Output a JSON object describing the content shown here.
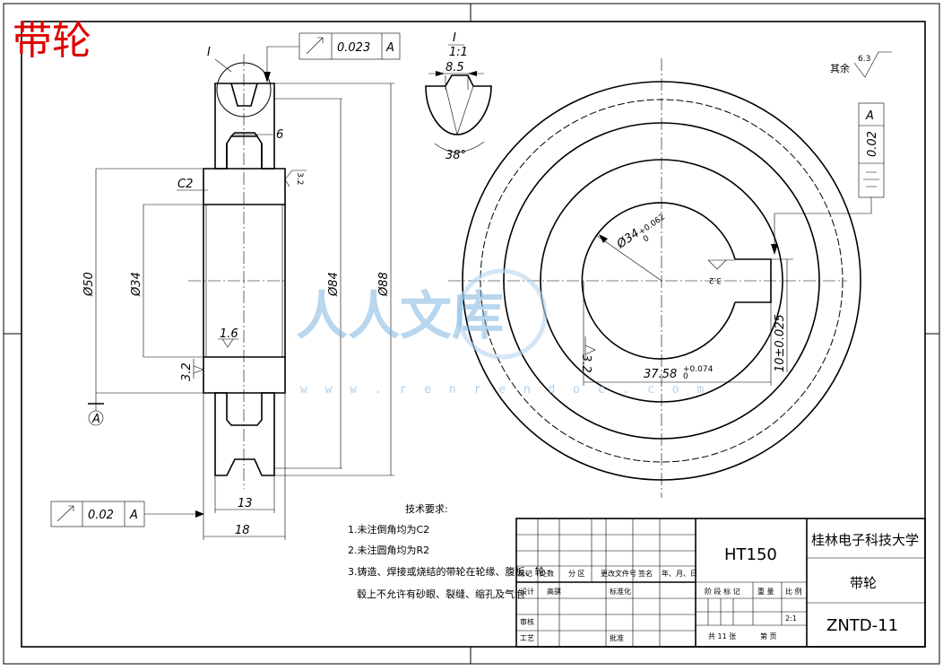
{
  "drawing": {
    "title_overlay": "带轮",
    "main_view": {
      "detail_label": "I",
      "dimensions": {
        "d50": "Ø50",
        "d34": "Ø34",
        "d84": "Ø84",
        "d88": "Ø88",
        "w13": "13",
        "w18": "18",
        "groove6": "6",
        "chamfer": "C2",
        "rough_16": "1.6",
        "rough_32_left": "3.2",
        "rough_32_top": "3.2"
      },
      "tol_top": {
        "value": "0.023",
        "datum": "A"
      },
      "tol_bottom": {
        "value": "0.02",
        "datum": "A"
      },
      "datum_label": "A"
    },
    "detail_view": {
      "label": "I",
      "scale": "1:1",
      "width": "8.5",
      "angle": "38°"
    },
    "side_view": {
      "bore": "Ø34",
      "bore_tol_upper": "+0.062",
      "bore_tol_lower": "0",
      "keyway_depth": "37.58",
      "keyway_tol_upper": "+0.074",
      "keyway_tol_lower": "0",
      "keyway_width": "10±0.025",
      "rough_key": "3.2",
      "rough_bore": "3.2",
      "sym_tol": {
        "value": "0.02",
        "datum": "A"
      },
      "other_rough_label": "其余",
      "other_rough_value": "6.3"
    },
    "tech_req": {
      "heading": "技术要求:",
      "lines": [
        "1.未注倒角均为C2",
        "2.未注圆角均为R2",
        "3.铸造、焊接或烧结的带轮在轮缘、腹板、轮",
        "毂上不允许有砂眼、裂缝、缩孔及气泡"
      ]
    },
    "title_block": {
      "material": "HT150",
      "university": "桂林电子科技大学",
      "part_name": "带轮",
      "drawing_no": "ZNTD-11",
      "scale": "2:1",
      "sheets": "共 11 张",
      "sheet_of": "第   页",
      "col_labels": [
        "标记",
        "处数",
        "分 区",
        "更改文件号",
        "签名",
        "年、月、日"
      ],
      "design": "设计",
      "designer": "高骐",
      "standard": "标准化",
      "review": "审核",
      "process": "工艺",
      "approve": "批准",
      "stage_labels": [
        "阶 段 标 记",
        "重 量",
        "比 例"
      ]
    },
    "watermark": {
      "text": "人人文库",
      "url": "w w w . r e n r e n d o c . c o m"
    }
  }
}
